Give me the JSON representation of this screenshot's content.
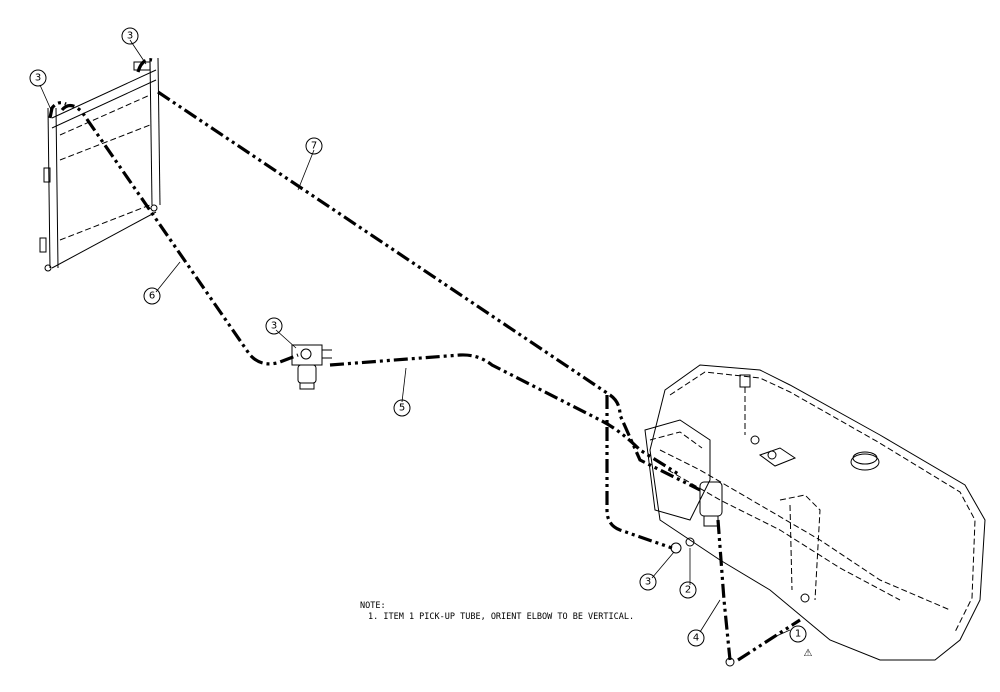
{
  "callouts": [
    {
      "id": "c1",
      "label": "3"
    },
    {
      "id": "c2",
      "label": "3"
    },
    {
      "id": "c3",
      "label": "7"
    },
    {
      "id": "c4",
      "label": "6"
    },
    {
      "id": "c5",
      "label": "3"
    },
    {
      "id": "c6",
      "label": "5"
    },
    {
      "id": "c7",
      "label": "3"
    },
    {
      "id": "c8",
      "label": "2"
    },
    {
      "id": "c9",
      "label": "4"
    },
    {
      "id": "c10",
      "label": "1"
    }
  ],
  "note": {
    "heading": "NOTE:",
    "line1": "1. ITEM 1 PICK-UP TUBE, ORIENT ELBOW TO BE VERTICAL."
  },
  "warning_symbol": "⚠"
}
